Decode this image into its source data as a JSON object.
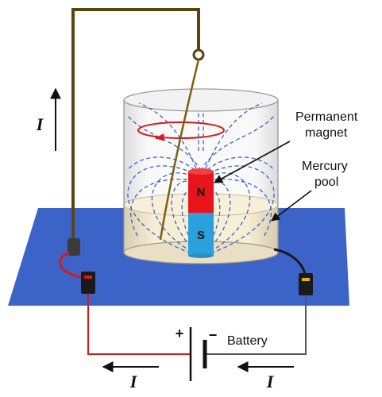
{
  "labels": {
    "permanent_magnet": [
      "Permanent",
      "magnet"
    ],
    "mercury_pool": [
      "Mercury",
      "pool"
    ],
    "battery": "Battery",
    "current_symbol": "I",
    "north_pole": "N",
    "south_pole": "S",
    "plus_sign": "+",
    "minus_sign": "−"
  },
  "colors": {
    "base_plate": "#3c64c8",
    "wire_top": "#5a4410",
    "positive_wire": "#d21c1c",
    "negative_wire": "#202020",
    "magnet_north": "#e8141c",
    "magnet_south": "#2aa0dc",
    "field_lines": "#2b57c8",
    "mercury": "#f6ecd2"
  }
}
